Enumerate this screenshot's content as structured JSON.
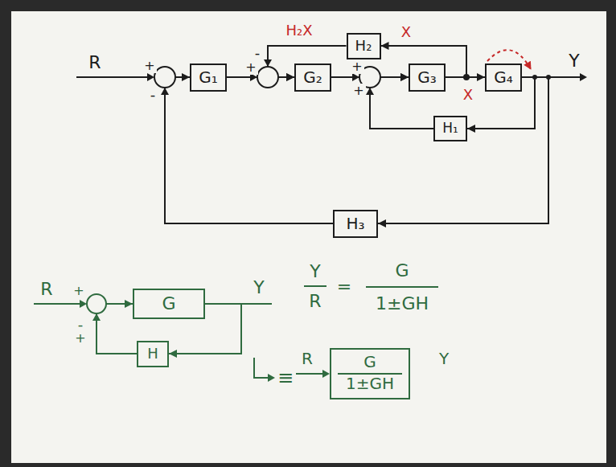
{
  "diagram": {
    "nodes": [
      {
        "text": [
          "H₂"
        ]
      },
      {
        "text": [
          "G₁"
        ]
      },
      {
        "text": [
          "G₂"
        ]
      },
      {
        "text": [
          "G₃"
        ]
      },
      {
        "text": [
          "G₄"
        ]
      },
      {
        "text": [
          "H₁"
        ]
      },
      {
        "text": [
          "H₃"
        ]
      },
      {
        "text": [
          "G"
        ]
      },
      {
        "text": [
          "H"
        ]
      },
      {
        "text": [
          "G",
          "1±GH"
        ]
      }
    ],
    "edges": [
      {
        "from": 1,
        "to": 2,
        "arrow": "to"
      },
      {
        "from": 2,
        "to": 3,
        "arrow": "to"
      },
      {
        "from": 3,
        "to": 4,
        "arrow": "to"
      },
      {
        "from": 3,
        "to": 0,
        "arrow": "to"
      },
      {
        "from": 0,
        "to": 2,
        "arrow": "to"
      },
      {
        "from": 4,
        "to": 5,
        "arrow": "to"
      },
      {
        "from": 5,
        "to": 3,
        "arrow": "to"
      },
      {
        "from": 4,
        "to": 6,
        "arrow": "to"
      },
      {
        "from": 6,
        "to": 1,
        "arrow": "to"
      },
      {
        "from": 7,
        "to": 8,
        "arrow": "to"
      },
      {
        "from": 8,
        "to": 7,
        "arrow": "to"
      }
    ],
    "labels": [
      "R",
      "+",
      "-",
      "H₂X",
      "X",
      "+",
      "-",
      "+",
      "+",
      "X",
      "Y",
      "R",
      "+",
      "Y",
      "-",
      "+",
      "Y",
      "R",
      "=",
      "G",
      "1±GH",
      "≡",
      "R",
      "Y"
    ]
  }
}
